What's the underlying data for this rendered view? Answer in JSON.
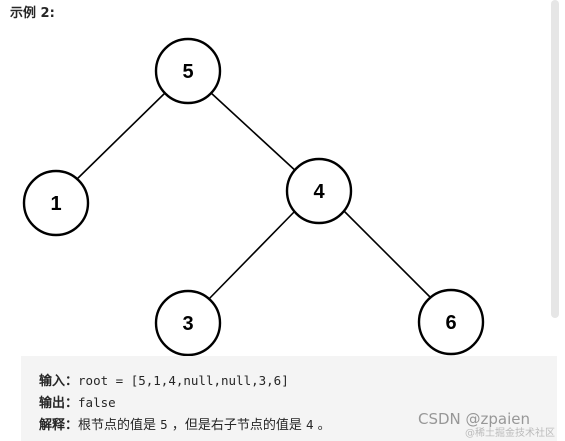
{
  "example": {
    "title": "示例 2:"
  },
  "tree": {
    "nodes": [
      {
        "id": "n5",
        "value": "5"
      },
      {
        "id": "n1",
        "value": "1"
      },
      {
        "id": "n4",
        "value": "4"
      },
      {
        "id": "n3",
        "value": "3"
      },
      {
        "id": "n6",
        "value": "6"
      }
    ]
  },
  "io": {
    "input_key": "输入：",
    "input_value": "root = [5,1,4,null,null,3,6]",
    "output_key": "输出：",
    "output_value": "false",
    "explain_key": "解释：",
    "explain_text_1": "根节点的值是 ",
    "explain_num_1": "5",
    "explain_text_2": " ，但是右子节点的值是 ",
    "explain_num_2": "4",
    "explain_text_3": " 。"
  },
  "watermark": {
    "text": "CSDN @zpaien",
    "sub": "@稀土掘金技术社区"
  }
}
